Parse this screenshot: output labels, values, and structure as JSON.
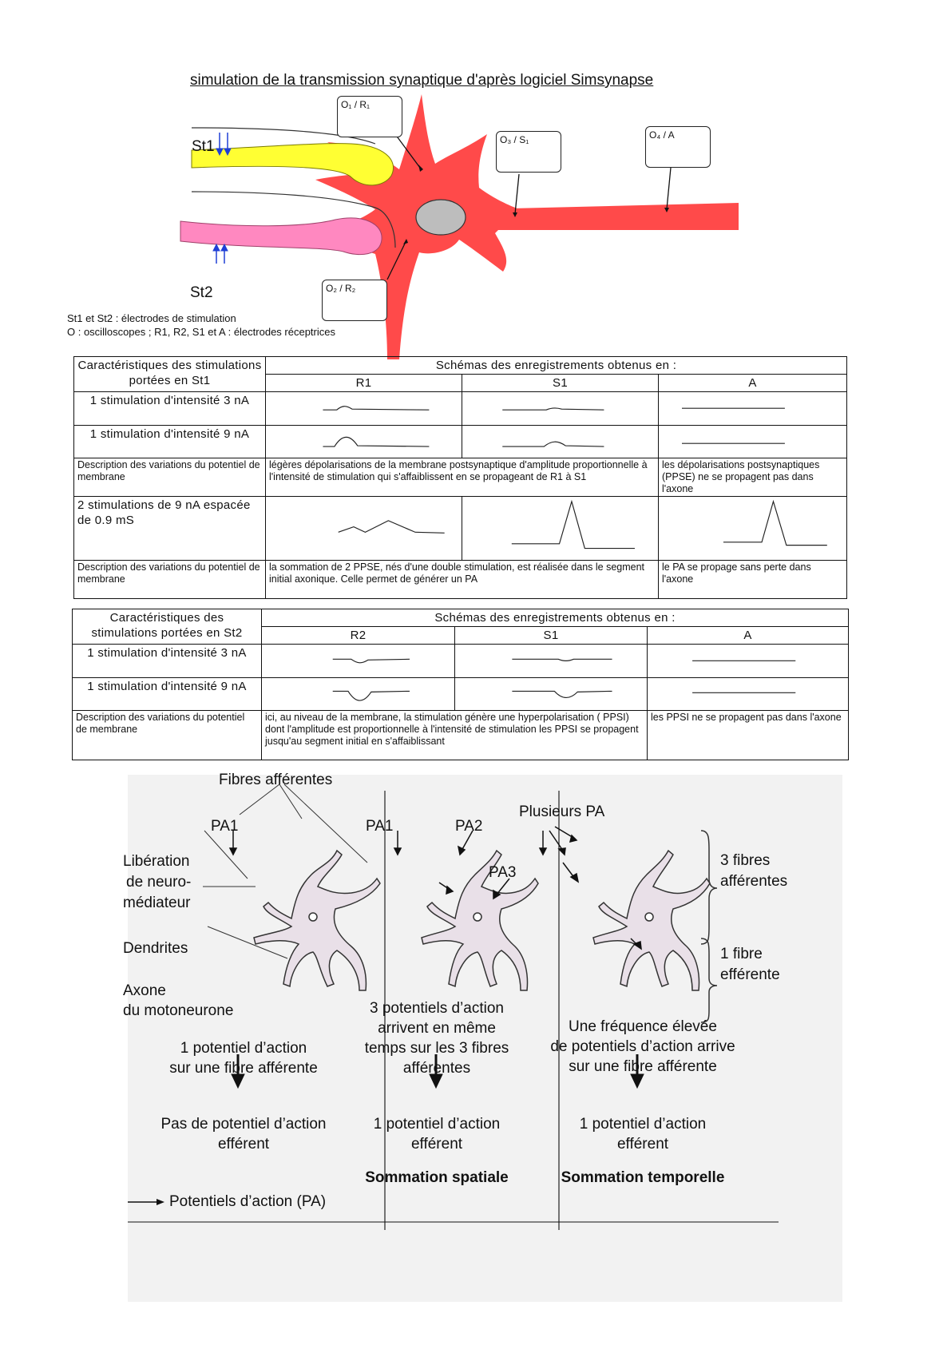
{
  "title": "simulation de la transmission synaptique d'après  logiciel Simsynapse",
  "diagram": {
    "st1": "St1",
    "st2": "St2",
    "scope_o1": "O₁ / R₁",
    "scope_o2": "O₂ / R₂",
    "scope_o3": "O₃ / S₁",
    "scope_o4": "O₄ / A",
    "legend_line1": "St1 et St2 : électrodes de stimulation",
    "legend_line2": "O : oscilloscopes ; R1, R2, S1 et A : électrodes réceptrices",
    "colors": {
      "neuron": "#ff4a4a",
      "axon_st1": "#ffff33",
      "axon_st2": "#ff88c0",
      "nucleus": "#bdbdbd",
      "stim_arrow": "#1f3fd6"
    }
  },
  "table1": {
    "header_left": "Caractéristiques des stimulations portées en St1",
    "header_right": "Schémas des enregistrements obtenus en :",
    "col1": "R1",
    "col2": "S1",
    "col3": "A",
    "row1_label": "1 stimulation d'intensité 3 nA",
    "row2_label": "1 stimulation d'intensité 9 nA",
    "desc_label": "Description des variations du potentiel de membrane",
    "desc1_mid": "légères dépolarisations de la membrane postsynaptique d'amplitude proportionnelle à l'intensité de stimulation qui s'affaiblissent en se propageant de R1 à S1",
    "desc1_right": "les dépolarisations postsynaptiques (PPSE) ne se propagent pas dans l'axone",
    "row3_label": "2 stimulations de 9 nA espacée de 0.9 mS",
    "desc2_label": "Description des variations du potentiel de membrane",
    "desc2_mid": "la sommation de 2 PPSE,  nés  d'une double stimulation, est réalisée dans le segment initial axonique. Celle permet de générer un PA",
    "desc2_right": "le PA se propage sans perte dans l'axone"
  },
  "table2": {
    "header_left": "Caractéristiques des stimulations portées en St2",
    "header_right": "Schémas des enregistrements obtenus en :",
    "col1": "R2",
    "col2": "S1",
    "col3": "A",
    "row1_label": "1 stimulation d'intensité 3 nA",
    "row2_label": "1 stimulation d'intensité 9 nA",
    "desc_label": "Description des variations du potentiel de membrane",
    "desc_mid": "ici, au niveau de la membrane,  la stimulation génère une hyperpolarisation ( PPSI) dont l'amplitude est  proportionnelle à l'intensité de stimulation les PPSI se propagent jusqu'au segment initial en s'affaiblissant",
    "desc_right": "les PPSI  ne se propagent pas dans l'axone"
  },
  "summation": {
    "fibres_afferentes": "Fibres afférentes",
    "pa1": "PA1",
    "pa1b": "PA1",
    "pa2": "PA2",
    "pa3": "PA3",
    "plusieurs_pa": "Plusieurs PA",
    "liberation": "Libération",
    "de_neuro": "de neuro-",
    "mediateur": "médiateur",
    "dendrites": "Dendrites",
    "axone": "Axone",
    "du_motoneurone": "du motoneurone",
    "trois_fibres_1": "3 fibres",
    "trois_fibres_2": "afférentes",
    "une_fibre_1": "1 fibre",
    "une_fibre_2": "efférente",
    "panel1_text_1": "1 potentiel d’action",
    "panel1_text_2": "sur une fibre afférente",
    "panel1_result_1": "Pas de potentiel d’action",
    "panel1_result_2": "efférent",
    "panel2_text_1": "3 potentiels d’action",
    "panel2_text_2": "arrivent en même",
    "panel2_text_3": "temps sur les 3 fibres",
    "panel2_text_4": "afférentes",
    "panel2_result_1": "1 potentiel d’action",
    "panel2_result_2": "efférent",
    "panel2_name": "Sommation spatiale",
    "panel3_text_1": "Une fréquence élevée",
    "panel3_text_2": "de potentiels d’action arrive",
    "panel3_text_3": "sur une fibre afférente",
    "panel3_result_1": "1 potentiel d’action",
    "panel3_result_2": "efférent",
    "panel3_name": "Sommation temporelle",
    "legend_pa": "Potentiels d’action (PA)"
  }
}
